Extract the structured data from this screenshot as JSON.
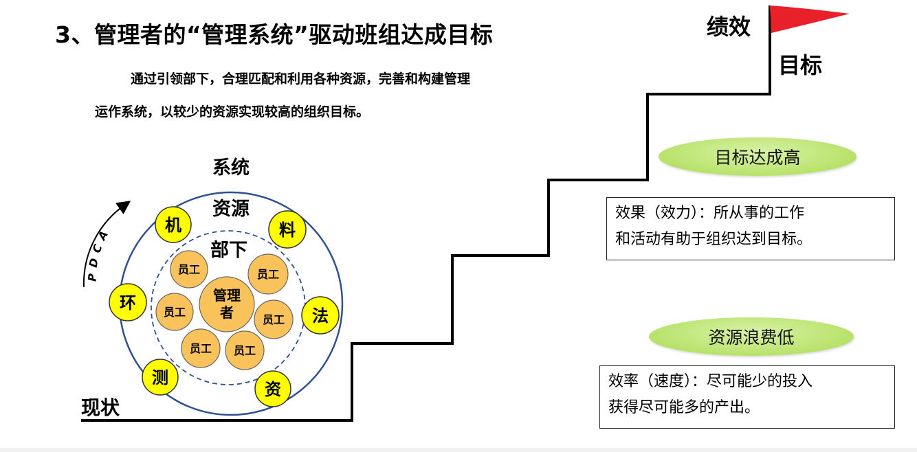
{
  "title": "3、管理者的“管理系统”驱动班组达成目标",
  "description": {
    "line1": "通过引领部下，合理匹配和利用各种资源，完善和构建管理",
    "line2": "运作系统，以较少的资源实现较高的组织目标。"
  },
  "circle": {
    "system_label": "系统",
    "resource_label": "资源",
    "subordinate_label": "部下",
    "pdca_label": "PDCA",
    "manager_label": [
      "管理",
      "者"
    ],
    "employee_label": "员工",
    "resources": [
      "机",
      "料",
      "环",
      "法",
      "测",
      "资"
    ]
  },
  "staircase": {
    "start_label": "现状",
    "performance_label": "绩效",
    "goal_label": "目标"
  },
  "callouts": {
    "oval_top": "目标达成高",
    "box_top": [
      "效果（效力）：所从事的工作",
      "和活动有助于组织达到目标。"
    ],
    "oval_bottom": "资源浪费低",
    "box_bottom": [
      "效率（速度）：尽可能少的投入",
      "获得尽可能多的产出。"
    ]
  },
  "colors": {
    "circle_outline": "#2f4f8f",
    "employee_fill": "#f9c25a",
    "resource_fill": "#ffff00",
    "flag": "#e8202a",
    "oval_fill": "#b8e26a"
  }
}
